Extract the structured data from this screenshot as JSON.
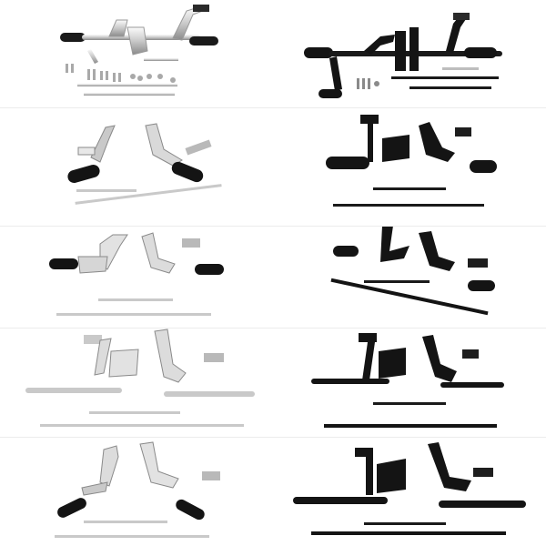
{
  "collage": {
    "rows": 5,
    "columns": 2,
    "finishes": [
      "chrome",
      "black"
    ]
  },
  "colors": {
    "background": "#ffffff",
    "chrome_light": "#f4f4f4",
    "chrome_mid": "#c9c9c9",
    "chrome_dark": "#8a8a8a",
    "black_part": "#141414",
    "black_highlight": "#4a4a4a",
    "rubber": "#1a1a1a"
  },
  "panels": [
    {
      "name": "chrome-kit-full-set",
      "finish": "chrome"
    },
    {
      "name": "black-kit-full-set",
      "finish": "black"
    },
    {
      "name": "chrome-controls-pair-1",
      "finish": "chrome"
    },
    {
      "name": "black-controls-pair-1",
      "finish": "black"
    },
    {
      "name": "chrome-controls-pair-2",
      "finish": "chrome"
    },
    {
      "name": "black-controls-pair-2",
      "finish": "black"
    },
    {
      "name": "chrome-controls-pair-3",
      "finish": "chrome"
    },
    {
      "name": "black-controls-pair-3",
      "finish": "black"
    },
    {
      "name": "chrome-controls-pair-4",
      "finish": "chrome"
    },
    {
      "name": "black-controls-pair-4",
      "finish": "black"
    }
  ]
}
